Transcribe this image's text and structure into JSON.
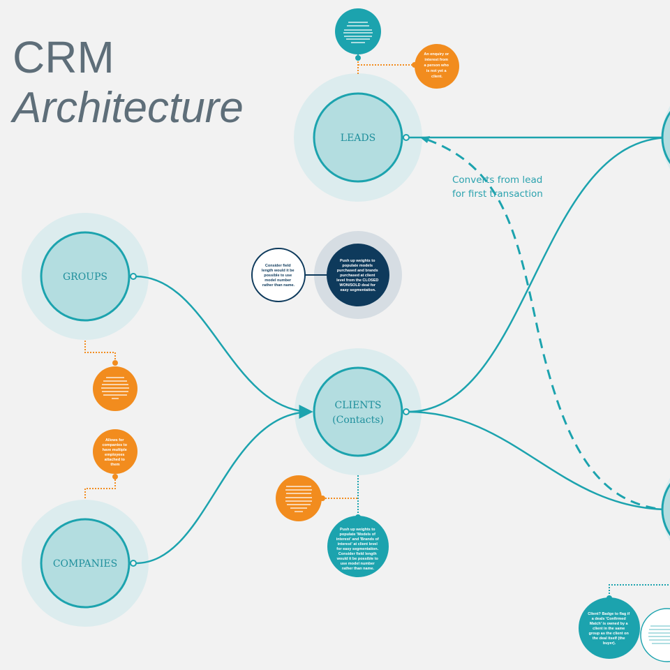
{
  "title": {
    "line1": "CRM",
    "line2": "Architecture"
  },
  "colors": {
    "teal": "#1ca3ae",
    "node_fill": "#b3dde0",
    "halo": "#dcecee",
    "orange": "#f28c1e",
    "navy": "#0e3a5c",
    "background": "#f2f2f2"
  },
  "nodes": {
    "leads": "LEADS",
    "groups": "GROUPS",
    "clients": "CLIENTS",
    "clients_sub": "(Contacts)",
    "companies": "COMPANIES"
  },
  "connector_label": {
    "line1": "Converts from lead",
    "line2": "for first transaction"
  },
  "notes": {
    "leads_definition": [
      "An enquiry or",
      "interest from",
      "a person who",
      "is not yet a",
      "client."
    ],
    "navy_note": [
      "Push up weights to",
      "populate models",
      "purchased and brands",
      "purchased at client",
      "level from the CLOSED",
      "WON/SOLD deal for",
      "easy segmentation."
    ],
    "field_length_note": [
      "Consider field",
      "length would it be",
      "possible to use",
      "model number",
      "rather than name."
    ],
    "companies_note": [
      "Allows for",
      "companies to",
      "have multiple",
      "employees",
      "attached to",
      "them"
    ],
    "clients_note": [
      "Push up weights to",
      "populate 'Models of",
      "interest' and 'Brands of",
      "interest' at client level",
      "for easy segmentation.",
      "Consider field length",
      "would it be possible to",
      "use model number",
      "rather than name."
    ],
    "group_flag_note": [
      "Client? Badge to flag if",
      "a deals 'Confirmed",
      "Match' is owned by a",
      "client in the same",
      "group as the client on",
      "the deal itself (the",
      "buyer)."
    ]
  }
}
